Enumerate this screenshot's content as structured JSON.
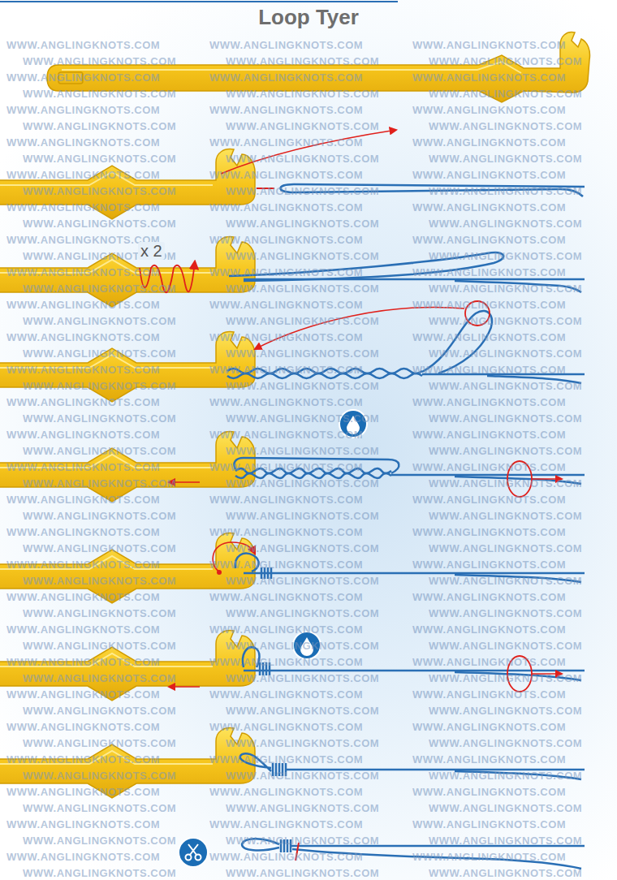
{
  "diagram": {
    "title": "Loop Tyer",
    "labels": [
      "x 2",
      "WWW.ANGLINGKNOTS.COM",
      "WWW.ANGLINGKNOTS.COM",
      "WWW.ANGLINGKNOTS.COM",
      "WWW.ANGLINGKNOTS.COM",
      "WWW.ANGLINGKNOTS.COM",
      "WWW.ANGLINGKNOTS.COM",
      "WWW.ANGLINGKNOTS.COM",
      "WWW.ANGLINGKNOTS.COM",
      "WWW.ANGLINGKNOTS.COM",
      "WWW.ANGLINGKNOTS.COM",
      "WWW.ANGLINGKNOTS.COM",
      "WWW.ANGLINGKNOTS.COM",
      "WWW.ANGLINGKNOTS.COM",
      "WWW.ANGLINGKNOTS.COM",
      "WWW.ANGLINGKNOTS.COM",
      "WWW.ANGLINGKNOTS.COM",
      "WWW.ANGLINGKNOTS.COM",
      "WWW.ANGLINGKNOTS.COM",
      "WWW.ANGLINGKNOTS.COM",
      "WWW.ANGLINGKNOTS.COM",
      "WWW.ANGLINGKNOTS.COM",
      "WWW.ANGLINGKNOTS.COM",
      "WWW.ANGLINGKNOTS.COM",
      "WWW.ANGLINGKNOTS.COM",
      "WWW.ANGLINGKNOTS.COM",
      "WWW.ANGLINGKNOTS.COM",
      "WWW.ANGLINGKNOTS.COM",
      "WWW.ANGLINGKNOTS.COM",
      "WWW.ANGLINGKNOTS.COM",
      "WWW.ANGLINGKNOTS.COM",
      "WWW.ANGLINGKNOTS.COM",
      "WWW.ANGLINGKNOTS.COM",
      "WWW.ANGLINGKNOTS.COM",
      "WWW.ANGLINGKNOTS.COM",
      "WWW.ANGLINGKNOTS.COM",
      "WWW.ANGLINGKNOTS.COM",
      "WWW.ANGLINGKNOTS.COM",
      "WWW.ANGLINGKNOTS.COM",
      "WWW.ANGLINGKNOTS.COM",
      "WWW.ANGLINGKNOTS.COM",
      "WWW.ANGLINGKNOTS.COM",
      "WWW.ANGLINGKNOTS.COM",
      "WWW.ANGLINGKNOTS.COM",
      "WWW.ANGLINGKNOTS.COM",
      "WWW.ANGLINGKNOTS.COM",
      "WWW.ANGLINGKNOTS.COM",
      "WWW.ANGLINGKNOTS.COM",
      "WWW.ANGLINGKNOTS.COM",
      "WWW.ANGLINGKNOTS.COM",
      "WWW.ANGLINGKNOTS.COM",
      "WWW.ANGLINGKNOTS.COM",
      "WWW.ANGLINGKNOTS.COM",
      "WWW.ANGLINGKNOTS.COM",
      "WWW.ANGLINGKNOTS.COM",
      "WWW.ANGLINGKNOTS.COM",
      "WWW.ANGLINGKNOTS.COM",
      "WWW.ANGLINGKNOTS.COM",
      "WWW.ANGLINGKNOTS.COM",
      "WWW.ANGLINGKNOTS.COM",
      "WWW.ANGLINGKNOTS.COM",
      "WWW.ANGLINGKNOTS.COM",
      "WWW.ANGLINGKNOTS.COM",
      "WWW.ANGLINGKNOTS.COM",
      "WWW.ANGLINGKNOTS.COM",
      "WWW.ANGLINGKNOTS.COM",
      "WWW.ANGLINGKNOTS.COM",
      "WWW.ANGLINGKNOTS.COM",
      "WWW.ANGLINGKNOTS.COM",
      "WWW.ANGLINGKNOTS.COM",
      "WWW.ANGLINGKNOTS.COM",
      "WWW.ANGLINGKNOTS.COM",
      "WWW.ANGLINGKNOTS.COM",
      "WWW.ANGLINGKNOTS.COM",
      "WWW.ANGLINGKNOTS.COM",
      "WWW.ANGLINGKNOTS.COM",
      "WWW.ANGLINGKNOTS.COM",
      "WWW.ANGLINGKNOTS.COM",
      "WWW.ANGLINGKNOTS.COM",
      "WWW.ANGLINGKNOTS.COM",
      "WWW.ANGLINGKNOTS.COM",
      "WWW.ANGLINGKNOTS.COM",
      "WWW.ANGLINGKNOTS.COM",
      "WWW.ANGLINGKNOTS.COM",
      "WWW.ANGLINGKNOTS.COM",
      "WWW.ANGLINGKNOTS.COM",
      "WWW.ANGLINGKNOTS.COM",
      "WWW.ANGLINGKNOTS.COM",
      "WWW.ANGLINGKNOTS.COM",
      "WWW.ANGLINGKNOTS.COM",
      "WWW.ANGLINGKNOTS.COM",
      "WWW.ANGLINGKNOTS.COM",
      "WWW.ANGLINGKNOTS.COM",
      "WWW.ANGLINGKNOTS.COM",
      "WWW.ANGLINGKNOTS.COM",
      "WWW.ANGLINGKNOTS.COM",
      "WWW.ANGLINGKNOTS.COM",
      "WWW.ANGLINGKNOTS.COM",
      "WWW.ANGLINGKNOTS.COM",
      "WWW.ANGLINGKNOTS.COM",
      "WWW.ANGLINGKNOTS.COM",
      "WWW.ANGLINGKNOTS.COM",
      "WWW.ANGLINGKNOTS.COM",
      "WWW.ANGLINGKNOTS.COM",
      "WWW.ANGLINGKNOTS.COM",
      "WWW.ANGLINGKNOTS.COM",
      "WWW.ANGLINGKNOTS.COM",
      "WWW.ANGLINGKNOTS.COM",
      "WWW.ANGLINGKNOTS.COM",
      "WWW.ANGLINGKNOTS.COM",
      "WWW.ANGLINGKNOTS.COM",
      "WWW.ANGLINGKNOTS.COM",
      "WWW.ANGLINGKNOTS.COM",
      "WWW.ANGLINGKNOTS.COM",
      "WWW.ANGLINGKNOTS.COM",
      "WWW.ANGLINGKNOTS.COM",
      "WWW.ANGLINGKNOTS.COM",
      "WWW.ANGLINGKNOTS.COM",
      "WWW.ANGLINGKNOTS.COM",
      "WWW.ANGLINGKNOTS.COM",
      "WWW.ANGLINGKNOTS.COM",
      "WWW.ANGLINGKNOTS.COM",
      "WWW.ANGLINGKNOTS.COM",
      "WWW.ANGLINGKNOTS.COM",
      "WWW.ANGLINGKNOTS.COM",
      "WWW.ANGLINGKNOTS.COM",
      "WWW.ANGLINGKNOTS.COM",
      "WWW.ANGLINGKNOTS.COM",
      "WWW.ANGLINGKNOTS.COM",
      "WWW.ANGLINGKNOTS.COM",
      "WWW.ANGLINGKNOTS.COM",
      "WWW.ANGLINGKNOTS.COM",
      "WWW.ANGLINGKNOTS.COM",
      "WWW.ANGLINGKNOTS.COM",
      "WWW.ANGLINGKNOTS.COM",
      "WWW.ANGLINGKNOTS.COM",
      "WWW.ANGLINGKNOTS.COM",
      "WWW.ANGLINGKNOTS.COM",
      "WWW.ANGLINGKNOTS.COM",
      "WWW.ANGLINGKNOTS.COM",
      "WWW.ANGLINGKNOTS.COM",
      "WWW.ANGLINGKNOTS.COM",
      "WWW.ANGLINGKNOTS.COM",
      "WWW.ANGLINGKNOTS.COM",
      "WWW.ANGLINGKNOTS.COM",
      "WWW.ANGLINGKNOTS.COM",
      "WWW.ANGLINGKNOTS.COM",
      "WWW.ANGLINGKNOTS.COM",
      "WWW.ANGLINGKNOTS.COM",
      "WWW.ANGLINGKNOTS.COM",
      "WWW.ANGLINGKNOTS.COM",
      "WWW.ANGLINGKNOTS.COM",
      "WWW.ANGLINGKNOTS.COM",
      "WWW.ANGLINGKNOTS.COM",
      "WWW.ANGLINGKNOTS.COM",
      "WWW.ANGLINGKNOTS.COM",
      "WWW.ANGLINGKNOTS.COM",
      "WWW.ANGLINGKNOTS.COM",
      "WWW.ANGLINGKNOTS.COM",
      "WWW.ANGLINGKNOTS.COM",
      "WWW.ANGLINGKNOTS.COM",
      "WWW.ANGLINGKNOTS.COM",
      "WWW.ANGLINGKNOTS.COM",
      "WWW.ANGLINGKNOTS.COM",
      "WWW.ANGLINGKNOTS.COM",
      "WWW.ANGLINGKNOTS.COM",
      "WWW.ANGLINGKNOTS.COM",
      "WWW.ANGLINGKNOTS.COM",
      "WWW.ANGLINGKNOTS.COM"
    ]
  }
}
